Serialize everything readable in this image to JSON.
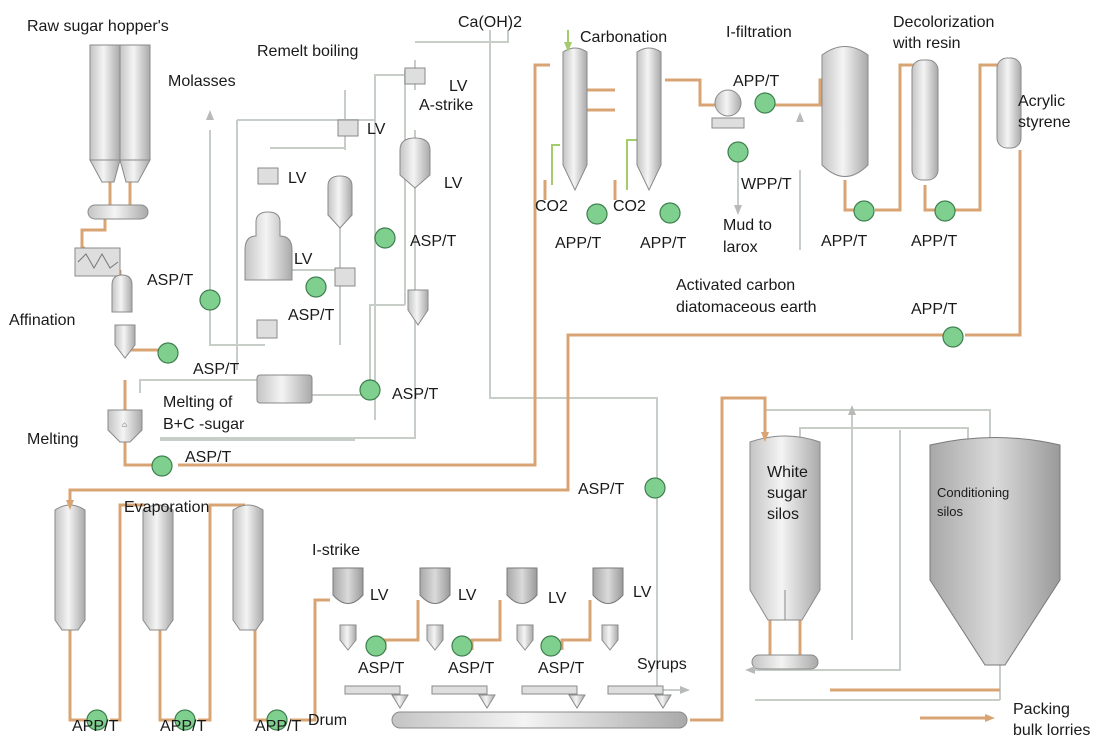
{
  "labels": {
    "raw_sugar_hoppers": "Raw sugar hopper's",
    "remelt_boiling": "Remelt boiling",
    "molasses": "Molasses",
    "affination": "Affination",
    "melting": "Melting",
    "melting_bc_1": "Melting of",
    "melting_bc_2": "B+C -sugar",
    "a_strike": "A-strike",
    "caoh2": "Ca(OH)2",
    "carbonation": "Carbonation",
    "i_filtration": "I-filtration",
    "decolorization_1": "Decolorization",
    "decolorization_2": "with resin",
    "acrylic_1": "Acrylic",
    "acrylic_2": "styrene",
    "co2": "CO2",
    "wpp": "WPP/T",
    "mud_1": "Mud to",
    "mud_2": "larox",
    "activated_1": "Activated carbon",
    "activated_2": "diatomaceous earth",
    "evaporation": "Evaporation",
    "i_strike": "I-strike",
    "white_silos_1": "White",
    "white_silos_2": "sugar",
    "white_silos_3": "silos",
    "conditioning_1": "Conditioning",
    "conditioning_2": "silos",
    "syrups": "Syrups",
    "drum": "Drum",
    "packing_1": "Packing",
    "packing_2": "bulk lorries",
    "lv": "LV",
    "asp": "ASP/T",
    "app": "APP/T"
  }
}
